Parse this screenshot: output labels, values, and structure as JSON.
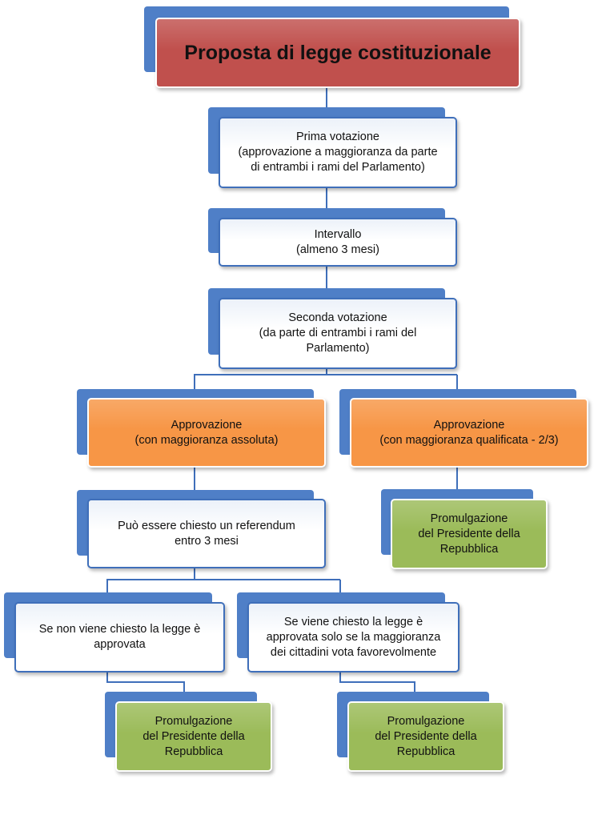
{
  "diagram": {
    "colors": {
      "connector": "#3f6fba",
      "tab": "#4f7fc7",
      "title_fill": "#c0504d",
      "approval_fill": "#f79646",
      "promulgation_fill": "#9bbb59"
    },
    "title": "Proposta di legge costituzionale",
    "nodes": {
      "prima_votazione": "Prima votazione\n(approvazione a maggioranza da parte\ndi entrambi i rami del Parlamento)",
      "intervallo": "Intervallo\n(almeno 3 mesi)",
      "seconda_votazione": "Seconda votazione\n(da parte di entrambi i rami del\nParlamento)",
      "approvazione_assoluta": "Approvazione\n(con maggioranza assoluta)",
      "approvazione_qualificata": "Approvazione\n(con maggioranza qualificata - 2/3)",
      "promulgazione_qualificata": "Promulgazione\ndel Presidente della\nRepubblica",
      "referendum": "Può essere chiesto un referendum\nentro 3 mesi",
      "non_chiesto": "Se non viene chiesto la legge è\napprovata",
      "chiesto": "Se viene chiesto la legge è\napprovata solo se la maggioranza\ndei cittadini vota favorevolmente",
      "promulgazione_non_chiesto": "Promulgazione\ndel Presidente della\nRepubblica",
      "promulgazione_chiesto": "Promulgazione\ndel Presidente della\nRepubblica"
    }
  }
}
